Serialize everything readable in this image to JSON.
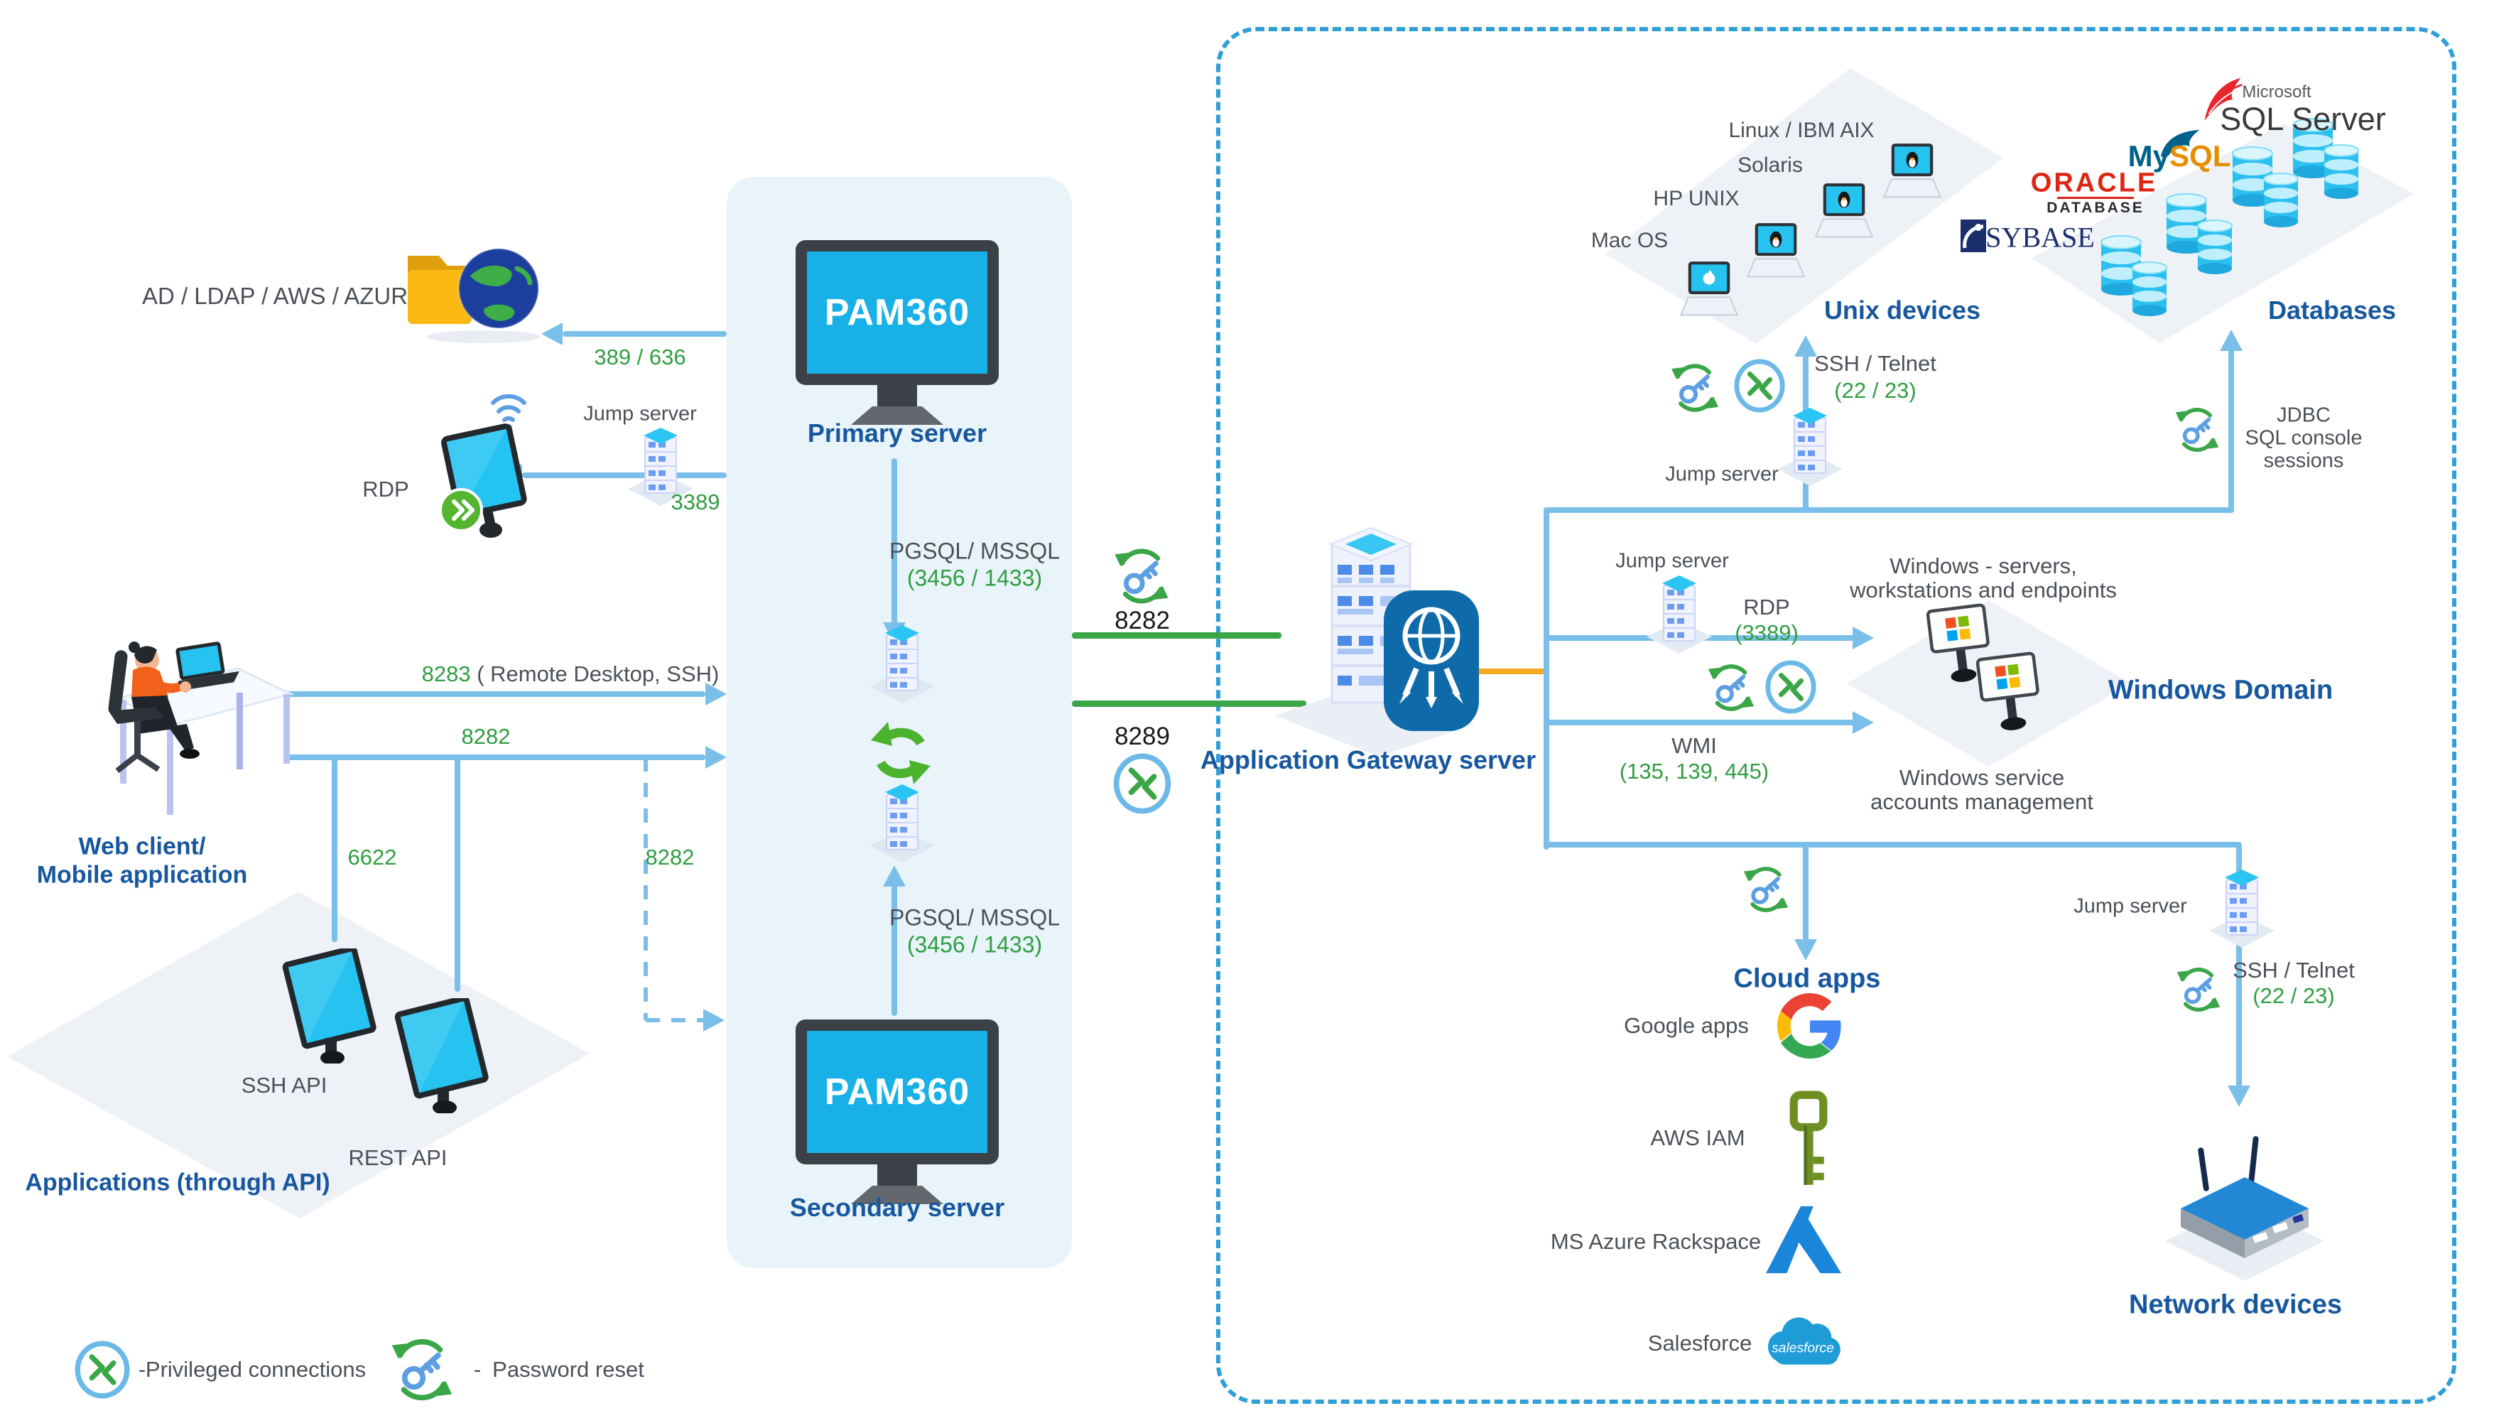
{
  "left": {
    "directory_label": "AD / LDAP / AWS / AZURE",
    "directory_port": "389 / 636",
    "jump_server": "Jump server",
    "jump_port": "3389",
    "rdp": "RDP",
    "web_client_l1": "Web client/",
    "web_client_l2": "Mobile application",
    "port_8283": "8283",
    "port_8283_rest": " ( Remote Desktop, SSH)",
    "port_8282": "8282",
    "port_6622": "6622",
    "port_8282_dashed": "8282",
    "ssh_api": "SSH API",
    "rest_api": "REST API",
    "apps_label": "Applications (through API)"
  },
  "center": {
    "pam360_primary": "PAM360",
    "pam360_secondary": "PAM360",
    "primary_label": "Primary server",
    "secondary_label": "Secondary server",
    "db_top_l1": "PGSQL/ MSSQL",
    "db_top_l2": "(3456 / 1433)",
    "db_bottom_l1": "PGSQL/ MSSQL",
    "db_bottom_l2": "(3456 / 1433)",
    "port_8282": "8282",
    "port_8289": "8289",
    "gateway_label": "Application Gateway server"
  },
  "unix": {
    "mac_os": "Mac OS",
    "hp_unix": "HP UNIX",
    "solaris": "Solaris",
    "linux_aix": "Linux / IBM AIX",
    "title": "Unix devices",
    "jump_server": "Jump server",
    "ssh_telnet": "SSH / Telnet",
    "ssh_port": "(22 / 23)"
  },
  "databases": {
    "microsoft": "Microsoft",
    "sql_server": "SQL Server",
    "mysql_my": "My",
    "mysql_sql": "SQL",
    "oracle": "ORACLE",
    "oracle_sub": "DATABASE",
    "sybase": "SYBASE",
    "title": "Databases",
    "jdbc_l1": "JDBC",
    "jdbc_l2": "SQL console",
    "jdbc_l3": "sessions"
  },
  "windows": {
    "jump_server": "Jump server",
    "rdp": "RDP",
    "rdp_port": "(3389)",
    "wmi": "WMI",
    "wmi_port": "(135, 139, 445)",
    "servers_l1": "Windows - servers,",
    "servers_l2": "workstations and endpoints",
    "service_l1": "Windows service",
    "service_l2": "accounts management",
    "title": "Windows Domain"
  },
  "cloud": {
    "title": "Cloud apps",
    "google": "Google apps",
    "aws_iam": "AWS IAM",
    "azure": "MS Azure Rackspace",
    "salesforce": "Salesforce",
    "salesforce_logo": "salesforce"
  },
  "network": {
    "jump_server": "Jump server",
    "ssh_telnet": "SSH / Telnet",
    "ssh_port": "(22 / 23)",
    "title": "Network devices"
  },
  "legend": {
    "dash1": "-",
    "privileged_label": "Privileged connections",
    "dash2": "-",
    "password_label": "Password reset"
  }
}
